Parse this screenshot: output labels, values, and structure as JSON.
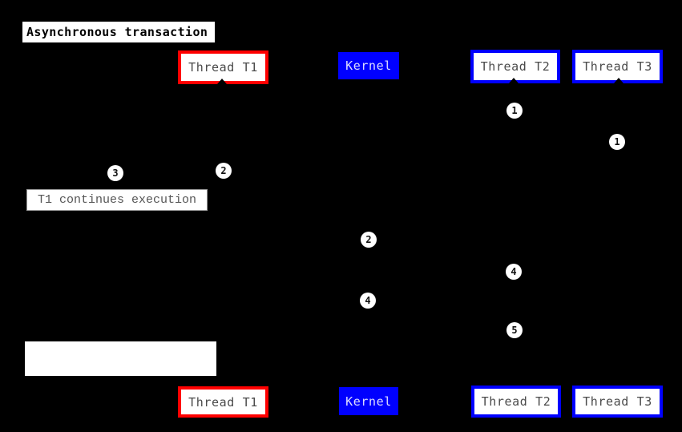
{
  "diagram": {
    "title": "Asynchronous transaction",
    "actors": {
      "t1": {
        "label": "Thread T1"
      },
      "kernel": {
        "label": "Kernel"
      },
      "t2": {
        "label": "Thread T2"
      },
      "t3": {
        "label": "Thread T3"
      }
    },
    "notes": {
      "t1_continues": {
        "text": "T1 continues execution"
      },
      "empty": {
        "text": ""
      }
    },
    "markers": [
      {
        "label": "1"
      },
      {
        "label": "1"
      },
      {
        "label": "2"
      },
      {
        "label": "3"
      },
      {
        "label": "2"
      },
      {
        "label": "4"
      },
      {
        "label": "4"
      },
      {
        "label": "5"
      }
    ],
    "colors": {
      "background": "#000000",
      "t1_border": "#ff0000",
      "peer_border": "#0000ff",
      "kernel_fill": "#0000ff",
      "kernel_text": "#ddddff",
      "actor_text": "#4a4a4a",
      "note_text": "#555555",
      "title_text": "#000000",
      "marker_fill": "#ffffff"
    }
  }
}
